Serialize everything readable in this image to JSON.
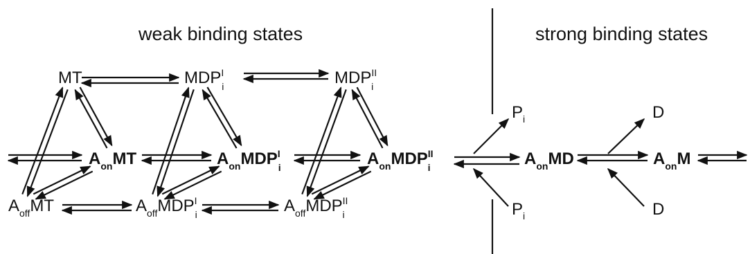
{
  "headers": {
    "weak": "weak binding states",
    "strong": "strong binding states"
  },
  "states": {
    "mt": {
      "main": "MT"
    },
    "mdpi1": {
      "main": "MDP",
      "sub": "i",
      "sup": "I"
    },
    "mdpi2": {
      "main": "MDP",
      "sub": "i",
      "sup": "II"
    },
    "aon_mt": {
      "a": "A",
      "sub": "on",
      "main": "MT"
    },
    "aon_mdpi1": {
      "a": "A",
      "sub": "on",
      "main": "MDP",
      "sub2": "i",
      "sup": "I"
    },
    "aon_mdpi2": {
      "a": "A",
      "sub": "on",
      "main": "MDP",
      "sub2": "i",
      "sup": "II"
    },
    "aon_md": {
      "a": "A",
      "sub": "on",
      "main": "MD"
    },
    "aon_m": {
      "a": "A",
      "sub": "on",
      "main": "M"
    },
    "aoff_mt": {
      "a": "A",
      "sub": "off",
      "main": "MT"
    },
    "aoff_mdpi1": {
      "a": "A",
      "sub": "off",
      "main": "MDP",
      "sub2": "i",
      "sup": "I"
    },
    "aoff_mdpi2": {
      "a": "A",
      "sub": "off",
      "main": "MDP",
      "sub2": "i",
      "sup": "II"
    }
  },
  "products": {
    "pi_top": {
      "main": "P",
      "sub": "i"
    },
    "pi_bottom": {
      "main": "P",
      "sub": "i"
    },
    "d_top": {
      "main": "D"
    },
    "d_bottom": {
      "main": "D"
    }
  }
}
